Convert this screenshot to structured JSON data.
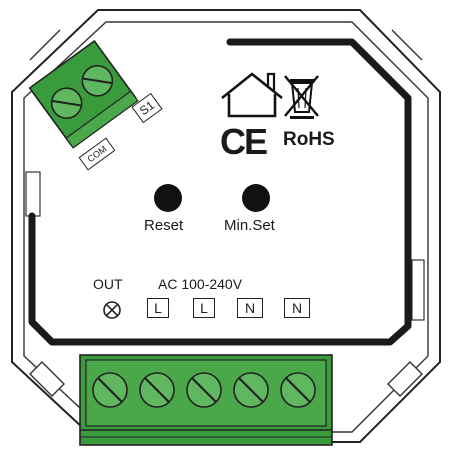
{
  "device": {
    "top_terminal_labels": {
      "s1": "S1",
      "com": "COM"
    },
    "buttons": {
      "reset_label": "Reset",
      "minset_label": "Min.Set"
    },
    "certifications": {
      "ce": "CE",
      "rohs": "RoHS",
      "indoor_icon": "house-indoor-icon",
      "weee_icon": "crossed-bin-icon"
    },
    "bottom_labels": {
      "out": "OUT",
      "ac": "AC 100-240V",
      "terminals": [
        "L",
        "L",
        "N",
        "N"
      ]
    },
    "colors": {
      "terminal_green": "#3a9b3c",
      "outline": "#222222",
      "led_strip": "#1a1a1a"
    }
  }
}
